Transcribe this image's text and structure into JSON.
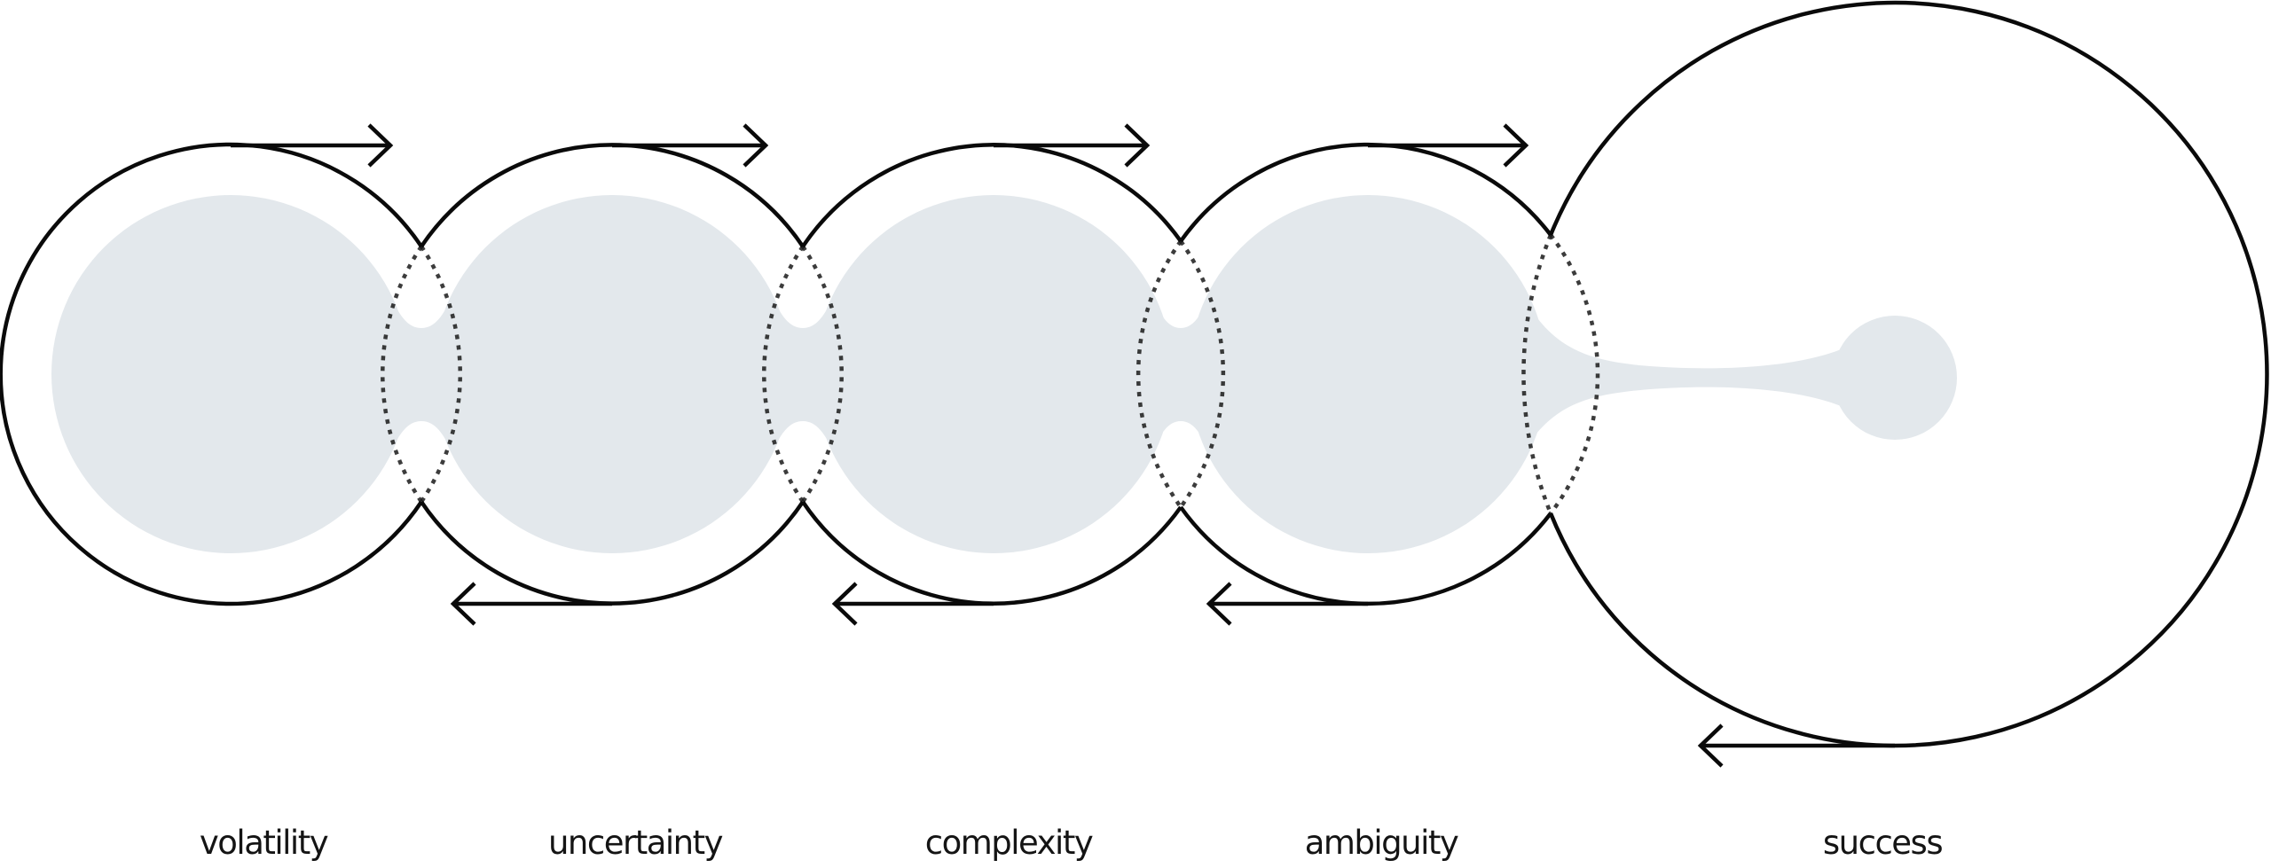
{
  "diagram": {
    "title": "From VUCA to success",
    "stages": [
      {
        "label": "volatility"
      },
      {
        "label": "uncertainty"
      },
      {
        "label": "complexity"
      },
      {
        "label": "ambiguity"
      }
    ],
    "outcome": {
      "label": "success"
    },
    "colors": {
      "outline": "#0a0a0a",
      "fill": "#e3e8ec",
      "background": "#ffffff",
      "text": "#141414"
    },
    "icons": {
      "forward": "arrow-right-icon",
      "backward": "arrow-left-icon"
    }
  }
}
